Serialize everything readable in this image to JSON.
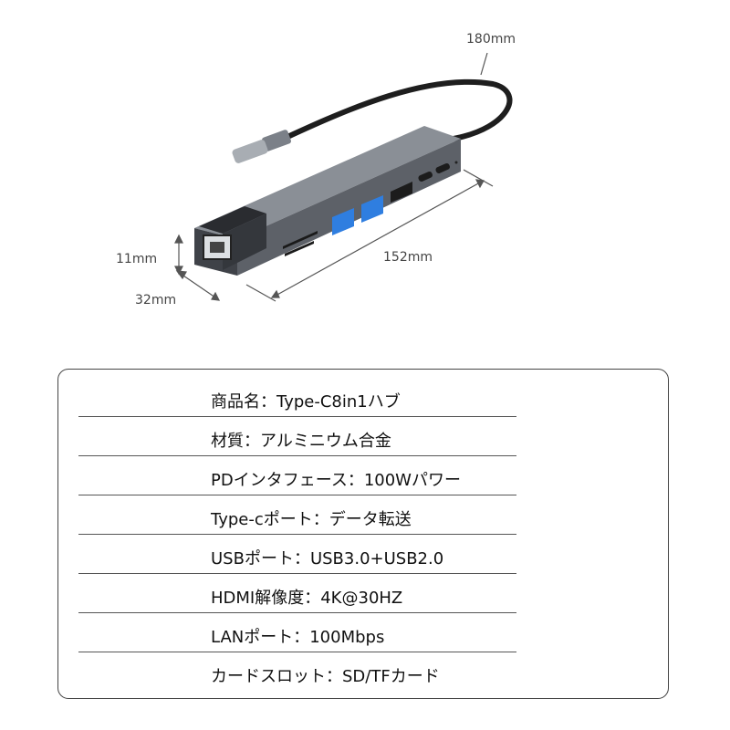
{
  "dimensions": {
    "cable_length": "180mm",
    "height": "11mm",
    "depth": "32mm",
    "length": "152mm"
  },
  "specs": [
    "商品名：Type-C8in1ハブ",
    "材質：アルミニウム合金",
    "PDインタフェース：100Wパワー",
    "Type-cポート：データ転送",
    "USBポート：USB3.0+USB2.0",
    "HDMI解像度：4K@30HZ",
    "LANポート：100Mbps",
    "カードスロット：SD/TFカード"
  ],
  "colors": {
    "hub_body": "#5d6168",
    "hub_top": "#8a8f96",
    "usb_port": "#2f7ee0",
    "cable": "#1e1e1e",
    "frame": "#444444"
  }
}
